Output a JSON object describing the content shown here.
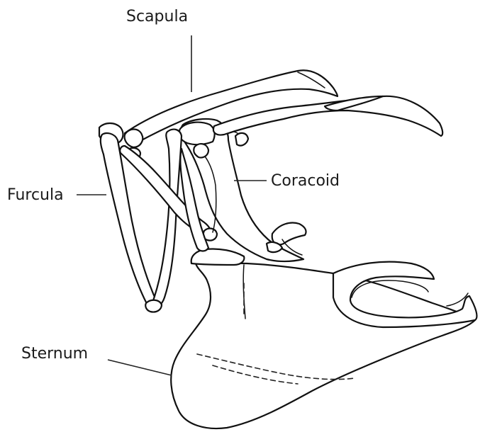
{
  "labels": {
    "scapula": "Scapula",
    "coracoid": "Coracoid",
    "furcula": "Furcula",
    "sternum": "Sternum"
  }
}
